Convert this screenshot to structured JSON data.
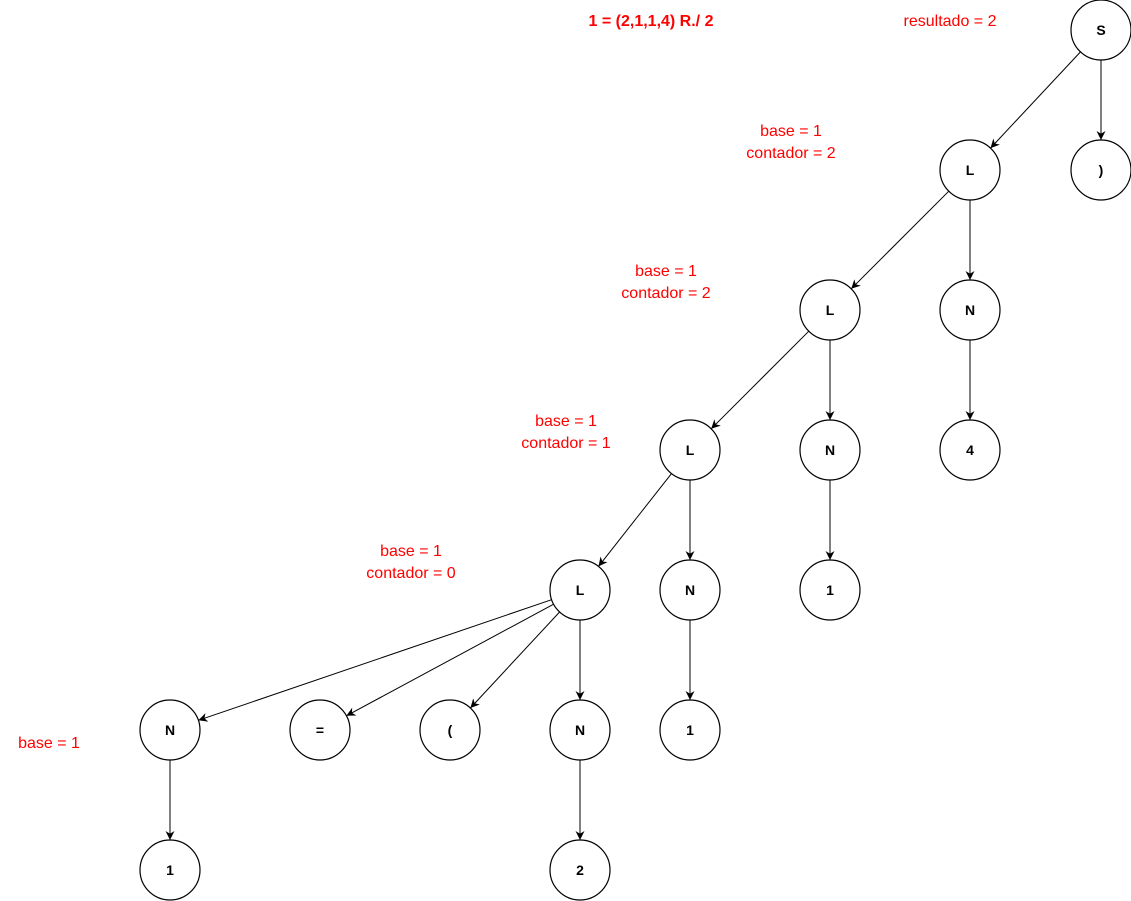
{
  "title": "1 = (2,1,1,4) R./ 2",
  "result_label": "resultado = 2",
  "annotation_color": "#ff0000",
  "nodes": [
    {
      "id": "s",
      "label": "S"
    },
    {
      "id": "paren-close",
      "label": ")"
    },
    {
      "id": "l1",
      "label": "L"
    },
    {
      "id": "n1",
      "label": "N"
    },
    {
      "id": "v4",
      "label": "4"
    },
    {
      "id": "l2",
      "label": "L"
    },
    {
      "id": "n2",
      "label": "N"
    },
    {
      "id": "v1a",
      "label": "1"
    },
    {
      "id": "l3",
      "label": "L"
    },
    {
      "id": "n3",
      "label": "N"
    },
    {
      "id": "v1b",
      "label": "1"
    },
    {
      "id": "l4",
      "label": "L"
    },
    {
      "id": "n4",
      "label": "N"
    },
    {
      "id": "eq",
      "label": "="
    },
    {
      "id": "paren-open",
      "label": "("
    },
    {
      "id": "n5",
      "label": "N"
    },
    {
      "id": "v1c",
      "label": "1"
    },
    {
      "id": "v2",
      "label": "2"
    }
  ],
  "edges": [
    [
      "s",
      "l1"
    ],
    [
      "s",
      "paren-close"
    ],
    [
      "l1",
      "l2"
    ],
    [
      "l1",
      "n1"
    ],
    [
      "n1",
      "v4"
    ],
    [
      "l2",
      "l3"
    ],
    [
      "l2",
      "n2"
    ],
    [
      "n2",
      "v1a"
    ],
    [
      "l3",
      "l4"
    ],
    [
      "l3",
      "n3"
    ],
    [
      "n3",
      "v1b"
    ],
    [
      "l4",
      "n4"
    ],
    [
      "l4",
      "eq"
    ],
    [
      "l4",
      "paren-open"
    ],
    [
      "l4",
      "n5"
    ],
    [
      "n4",
      "v1c"
    ],
    [
      "n5",
      "v2"
    ]
  ],
  "annotations": {
    "l1": [
      "base = 1",
      "contador = 2"
    ],
    "l2": [
      "base = 1",
      "contador = 2"
    ],
    "l3": [
      "base = 1",
      "contador = 1"
    ],
    "l4": [
      "base = 1",
      "contador = 0"
    ],
    "n4": [
      "base = 1"
    ]
  }
}
